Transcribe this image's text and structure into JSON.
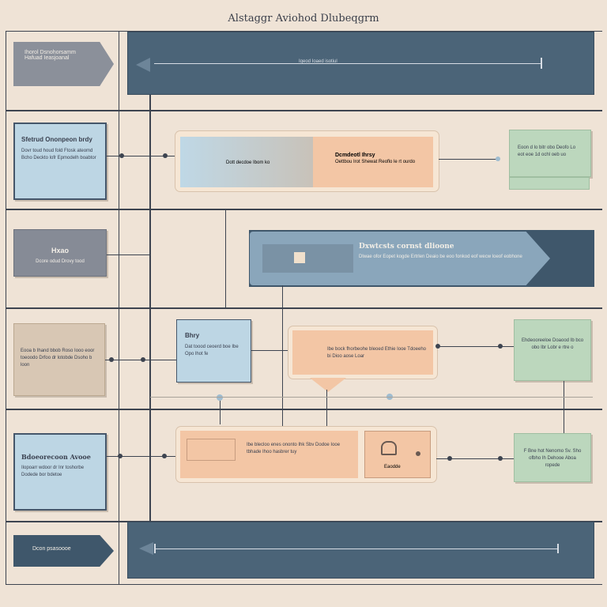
{
  "diagram": {
    "title": "Alstaggr Aviohod Dlubeqgrm",
    "lane1": {
      "label": "Ihorol Dsnohorsamm Hafuad Ieasjoanal",
      "bar_text": "Iqeod Ioaed isotiul"
    },
    "lane2": {
      "left_card": {
        "title": "Sfetrud Ononpeon brdy",
        "body": "Dovr toud houd fold Ftosk ateomd Bcho Deckto lofr Epmodelh boabtor"
      },
      "center_left": "Dott decdoe Ibom ko",
      "center_right": {
        "title": "Dcmdeotl Ihrsy",
        "body": "Oettbou Irot Shewat Reoflo le rt ourdo"
      },
      "right_card": "Eoon d lo bitr obo Deofo Lo eot eoe 1d ochl oeb uo"
    },
    "lane3": {
      "left_card": {
        "title": "Hxao",
        "body": "Dcore odud Drovy tood"
      },
      "banner": {
        "title": "Dxwtcsts cornst dlioone",
        "body": "Dlwae ofor Eopet kogde Ertrlen Deaio be eoo fonkod eof wecw loeof eobhone"
      }
    },
    "lane4": {
      "left_card": "Eooa b Ihand bbob Roso Iooo eoor toeoodo Drfoo dr lotobde Dsoho b loon",
      "center_small": {
        "title": "Bhry",
        "body": "Dat toood ceoerd boe Ibe Opo lhot fe"
      },
      "center_peach": "Ibe bock fhorbeohe bleoed Ethie Iooe Tdoeeho bi Dioo aose Loar",
      "right_card": "Ehdeooreeloe Doaood Ib bco obo Ibr Lobr e rtre o"
    },
    "lane5": {
      "left_card": {
        "title": "Bdoeorecoon Avooe",
        "body": "Ilopoarr wdoor dr Inr toshorbe Dodede bor bdetoe"
      },
      "center_left": "Ibe blecloo enes ononto Ihk Sbv Dodoe Iooe tbhade Ihoo hasbrer tuy",
      "center_right": "Eaodde",
      "right_card": "F Bne hot Nenomo Sv. Sho ofbho Ih Dehooe Aboa ropede"
    },
    "lane6": {
      "label": "Dcon psasoooe"
    }
  },
  "colors": {
    "background": "#efe3d6",
    "navy": "#4b6478",
    "blue_card": "#bdd6e4",
    "peach_card": "#f3c6a5",
    "green_card": "#bcd7bd",
    "gray_card": "#868b96"
  }
}
